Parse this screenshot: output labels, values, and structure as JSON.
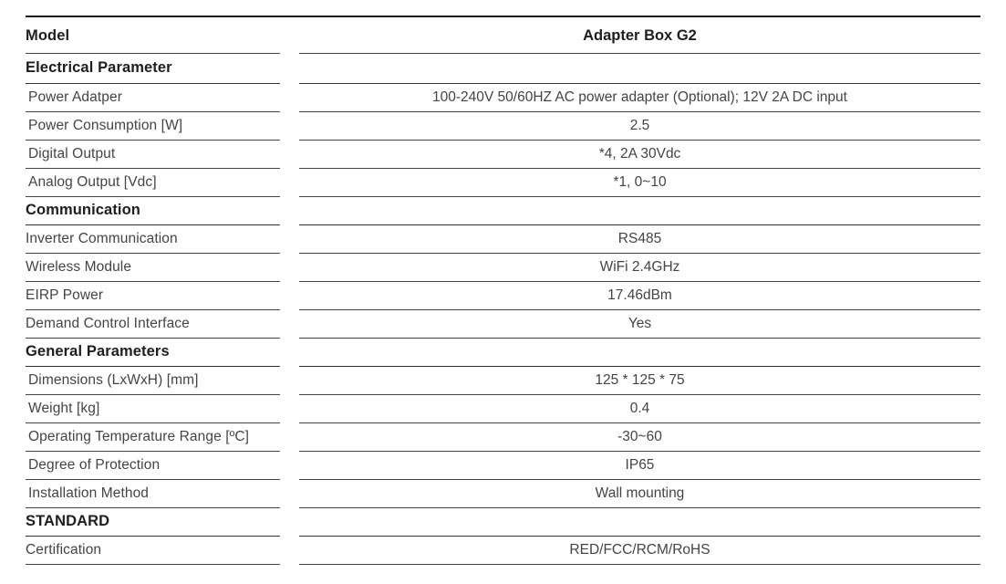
{
  "header": {
    "model_label": "Model",
    "model_value": "Adapter Box G2"
  },
  "sections": [
    {
      "title": "Electrical Parameter",
      "rows": [
        {
          "label": "Power Adatper",
          "value": "100-240V 50/60HZ AC power adapter (Optional); 12V 2A DC input"
        },
        {
          "label": "Power Consumption [W]",
          "value": "2.5"
        },
        {
          "label": "Digital Output",
          "value": "*4, 2A 30Vdc"
        },
        {
          "label": "Analog Output [Vdc]",
          "value": "*1, 0~10"
        }
      ]
    },
    {
      "title": "Communication",
      "rows": [
        {
          "label": "Inverter Communication",
          "value": "RS485"
        },
        {
          "label": "Wireless Module",
          "value": "WiFi 2.4GHz"
        },
        {
          "label": "EIRP Power",
          "value": "17.46dBm"
        },
        {
          "label": "Demand Control Interface",
          "value": "Yes"
        }
      ]
    },
    {
      "title": "General Parameters",
      "rows": [
        {
          "label": "Dimensions (LxWxH) [mm]",
          "value": "125 * 125 * 75"
        },
        {
          "label": "Weight [kg]",
          "value": "0.4"
        },
        {
          "label": "Operating Temperature Range [ºC]",
          "value": "-30~60"
        },
        {
          "label": "Degree of Protection",
          "value": "IP65"
        },
        {
          "label": "Installation Method",
          "value": "Wall mounting"
        }
      ]
    },
    {
      "title": "STANDARD",
      "rows": [
        {
          "label": "Certification",
          "value": "RED/FCC/RCM/RoHS"
        }
      ]
    }
  ]
}
